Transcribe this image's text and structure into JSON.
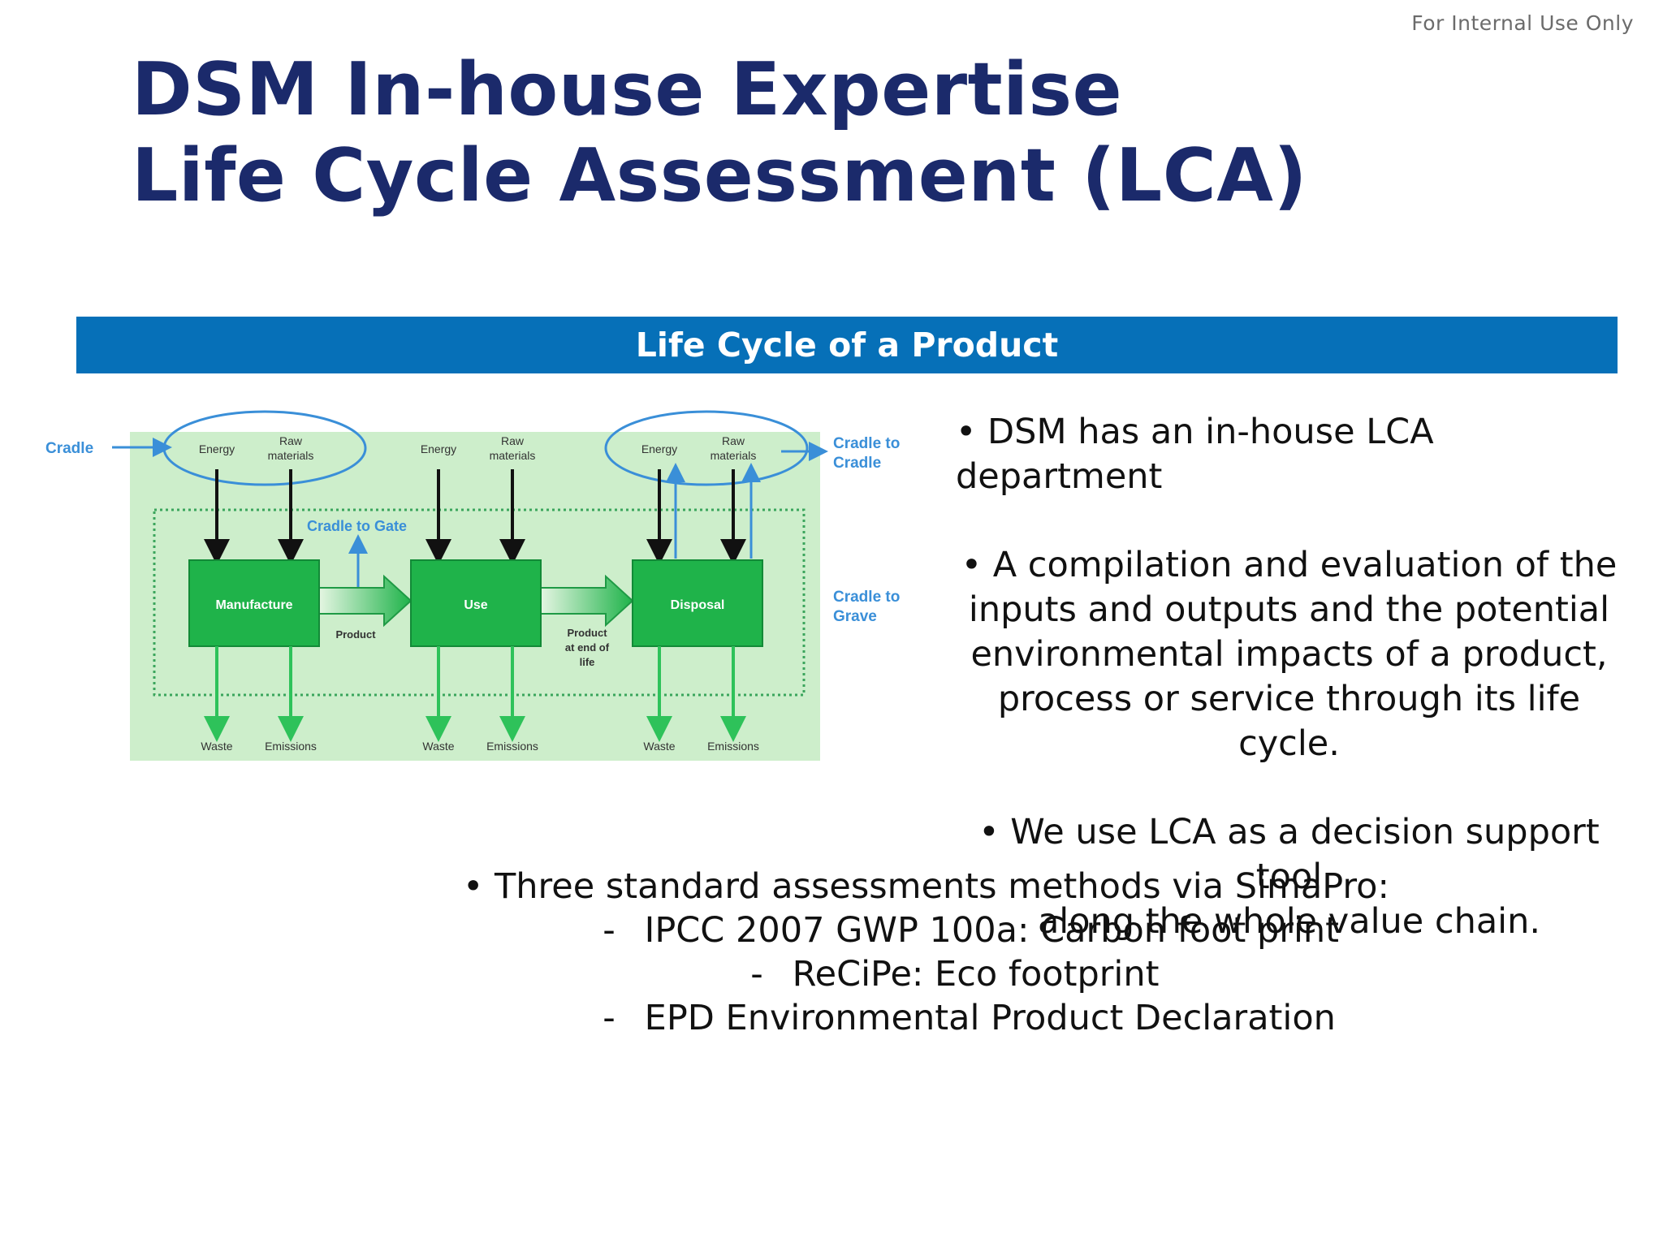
{
  "classification": "For Internal Use Only",
  "title": {
    "line1": "DSM In-house Expertise",
    "line2": "Life Cycle Assessment (LCA)"
  },
  "banner": "Life Cycle of a Product",
  "diagram": {
    "cradle": "Cradle",
    "cradle_to_cradle": [
      "Cradle to",
      "Cradle"
    ],
    "cradle_to_grave": [
      "Cradle to",
      "Grave"
    ],
    "cradle_to_gate": "Cradle to Gate",
    "stages": [
      "Manufacture",
      "Use",
      "Disposal"
    ],
    "energy": "Energy",
    "raw_materials": [
      "Raw",
      "materials"
    ],
    "waste": "Waste",
    "emissions": "Emissions",
    "product": "Product",
    "product_end_of_life": [
      "Product",
      "at end of",
      "life"
    ]
  },
  "bullets": [
    {
      "lines": [
        "• DSM has an in-house LCA department"
      ]
    },
    {
      "lines": [
        "•  A compilation and evaluation of the",
        "inputs and outputs and the potential",
        "environmental impacts of a product,",
        "process or service through its life cycle."
      ]
    },
    {
      "lines": [
        "• We use LCA as a decision support tool",
        "along the whole value chain."
      ]
    }
  ],
  "methods": {
    "intro": "•  Three standard assessments  methods via  SimaPro:",
    "items": [
      {
        "dash": "-",
        "text": "IPCC 2007 GWP 100a: Carbon foot print"
      },
      {
        "dash": "-",
        "text": "ReCiPe: Eco footprint"
      },
      {
        "dash": "-",
        "text": "EPD Environmental Product Declaration"
      }
    ]
  },
  "colors": {
    "title": "#1b2a6b",
    "banner": "#0670b8",
    "diagram_bg": "#cdeecb",
    "stage_box": "#1fb34a",
    "cradle_blue": "#3a8fd8"
  }
}
